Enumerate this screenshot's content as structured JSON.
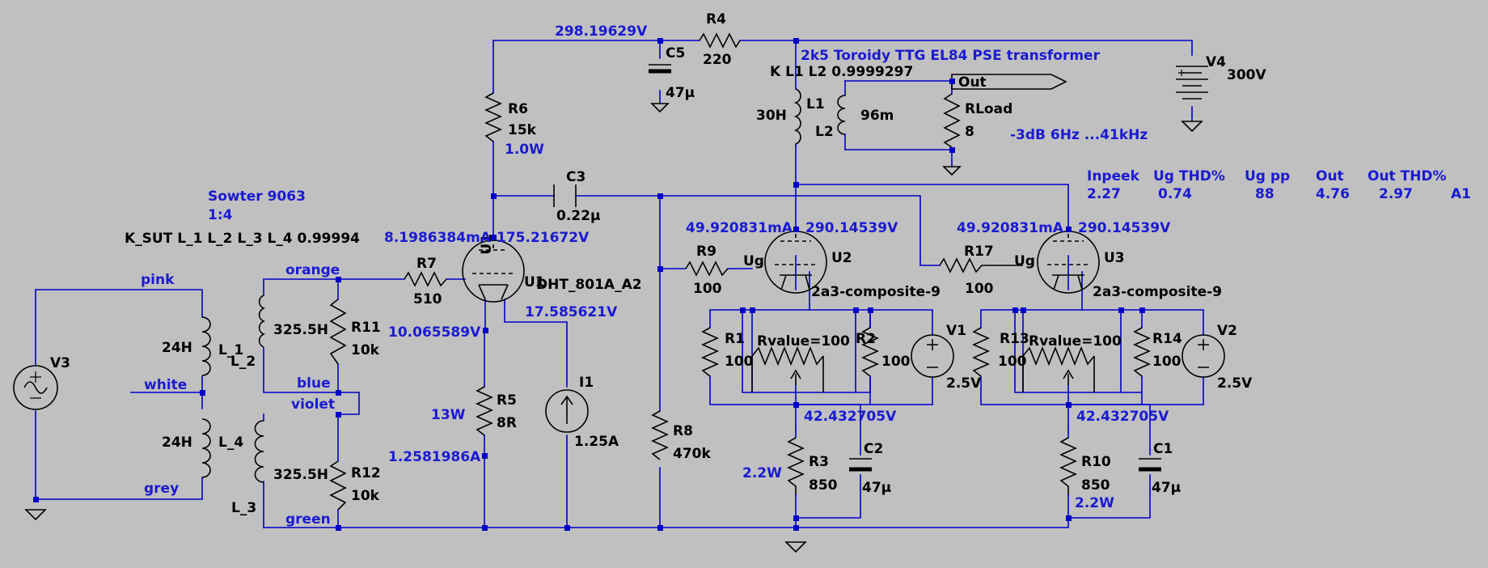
{
  "colors": {
    "background": "#c0c0c0",
    "wire": "#0000c8",
    "component": "#000000",
    "annotation": "#1a1ad2"
  },
  "transformer_in": {
    "title": "Sowter 9063",
    "ratio": "1:4",
    "coupling": "K_SUT L_1 L_2 L_3 L_4 0.99994",
    "coil_l1_value": "24H",
    "coil_l1_name": "L_1",
    "coil_l2_name": "L_2",
    "coil_l2_value": "325.5H",
    "coil_l4_value": "24H",
    "coil_l4_name": "L_4",
    "coil_l3_name": "L_3",
    "coil_l3_value": "325.5H",
    "wire_pink": "pink",
    "wire_white": "white",
    "wire_grey": "grey",
    "wire_orange": "orange",
    "wire_blue": "blue",
    "wire_violet": "violet",
    "wire_green": "green"
  },
  "v3": {
    "name": "V3"
  },
  "r11": {
    "name": "R11",
    "value": "10k"
  },
  "r12": {
    "name": "R12",
    "value": "10k"
  },
  "r7": {
    "name": "R7",
    "value": "510"
  },
  "u1": {
    "name": "U1",
    "name_vertical": "U1",
    "model": "DHT_801A_A2",
    "current": "8.1986384mA",
    "anode_voltage": "175.21672V",
    "filament_voltage": "17.585621V",
    "cathode_voltage": "10.065589V"
  },
  "r5": {
    "name": "R5",
    "value": "8R",
    "power": "13W",
    "current": "1.2581986A"
  },
  "i1": {
    "name": "I1",
    "value": "1.25A"
  },
  "r6": {
    "name": "R6",
    "value": "15k",
    "power": "1.0W"
  },
  "supply_node": "298.19629V",
  "r4": {
    "name": "R4",
    "value": "220"
  },
  "c5": {
    "name": "C5",
    "value": "47µ"
  },
  "c3": {
    "name": "C3",
    "value": "0.22µ"
  },
  "r8": {
    "name": "R8",
    "value": "470k"
  },
  "output_transformer": {
    "title": "2k5 Toroidy TTG EL84 PSE transformer",
    "coupling": "K L1 L2 0.9999297",
    "l1_name": "L1",
    "l1_value": "30H",
    "l2_name": "L2",
    "l2_value": "96m"
  },
  "rload": {
    "name": "RLoad",
    "value": "8"
  },
  "out_label": "Out",
  "bandwidth": "-3dB  6Hz ...41kHz",
  "v4": {
    "name": "V4",
    "value": "300V"
  },
  "measurements": {
    "headers": [
      "Inpeek",
      "Ug THD%",
      "Ug pp",
      "Out",
      "Out THD%"
    ],
    "values": [
      "2.27",
      "0.74",
      "88",
      "4.76",
      "2.97"
    ],
    "tag": "A1"
  },
  "stage_u2": {
    "tube_name": "U2",
    "model": "2a3-composite-9",
    "current": "49.920831mA",
    "anode_voltage": "290.14539V",
    "grid_label": "Ug",
    "grid_r_name": "R9",
    "grid_r_value": "100",
    "r_left_name": "R1",
    "r_left_value": "100",
    "pot_label": "Rvalue=100",
    "r_right_name": "R2",
    "r_right_value": "100",
    "heater_name": "V1",
    "heater_value": "2.5V",
    "cathode_voltage": "42.432705V",
    "rk_name": "R3",
    "rk_value": "850",
    "rk_power": "2.2W",
    "ck_name": "C2",
    "ck_value": "47µ"
  },
  "stage_u3": {
    "tube_name": "U3",
    "model": "2a3-composite-9",
    "current": "49.920831mA",
    "anode_voltage": "290.14539V",
    "grid_label": "Ug",
    "grid_r_name": "R17",
    "grid_r_value": "100",
    "r_left_name": "R13",
    "r_left_value": "100",
    "pot_label": "Rvalue=100",
    "r_right_name": "R14",
    "r_right_value": "100",
    "heater_name": "V2",
    "heater_value": "2.5V",
    "cathode_voltage": "42.432705V",
    "rk_name": "R10",
    "rk_value": "850",
    "rk_power": "2.2W",
    "ck_name": "C1",
    "ck_value": "47µ"
  }
}
